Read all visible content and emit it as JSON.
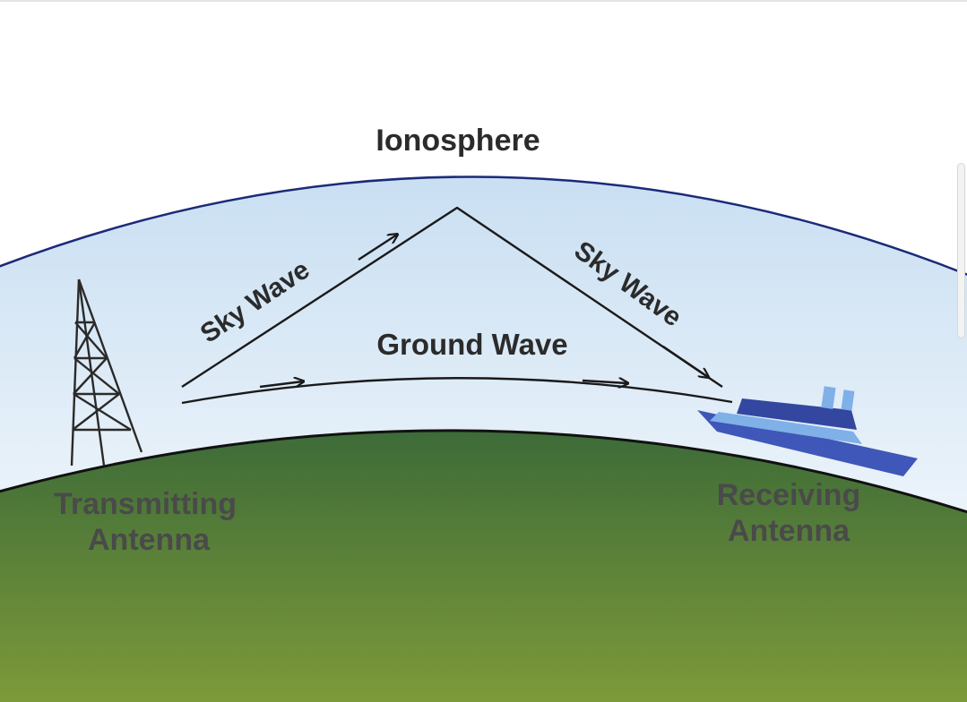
{
  "labels": {
    "ionosphere": "Ionosphere",
    "sky_wave_up": "Sky Wave",
    "sky_wave_down": "Sky Wave",
    "ground_wave": "Ground Wave",
    "transmitting_line1": "Transmitting",
    "transmitting_line2": "Antenna",
    "receiving_line1": "Receiving",
    "receiving_line2": "Antenna"
  },
  "colors": {
    "sky_top": "#c9dff2",
    "sky_bottom": "#ffffff",
    "ionosphere_line": "#1c2a78",
    "earth_top": "#3d6b38",
    "earth_bottom": "#7d9a3a",
    "wave_stroke": "#1a1a1a",
    "label_text": "#2b2b2b",
    "earth_label_text": "#4a4a4a",
    "ship_hull": "#3f57b8",
    "ship_deck": "#7fb0e8",
    "ship_cabin": "#3347a0",
    "tower_stroke": "#2a2a2a"
  },
  "icons": {
    "transmitter": "transmitting-tower-icon",
    "receiver": "ship-icon"
  }
}
